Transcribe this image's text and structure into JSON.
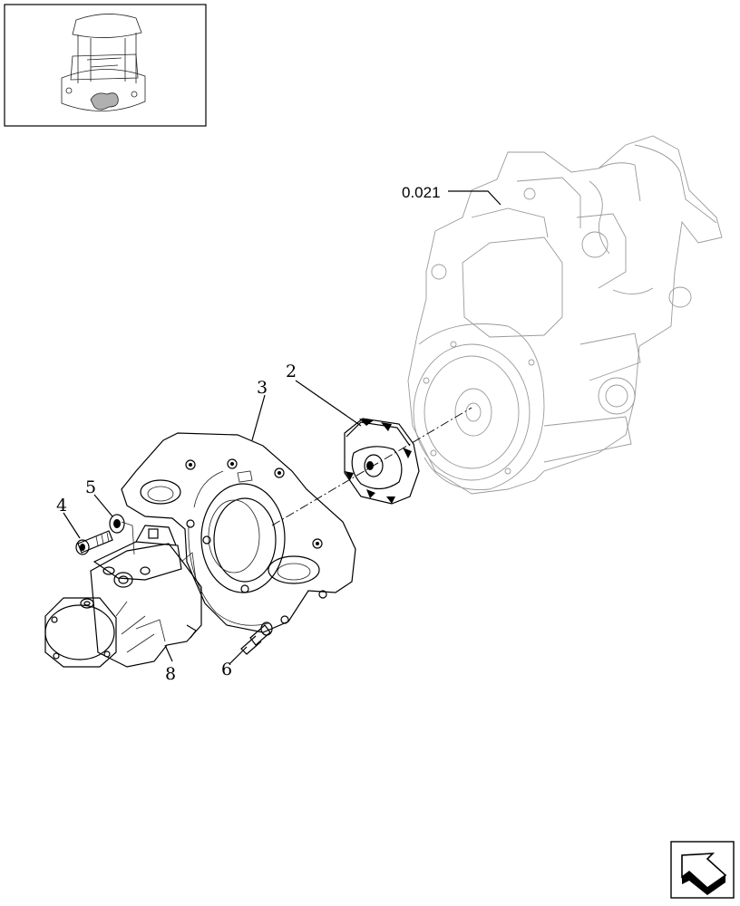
{
  "callouts": [
    {
      "id": "2",
      "text": "2"
    },
    {
      "id": "3",
      "text": "3"
    },
    {
      "id": "4",
      "text": "4"
    },
    {
      "id": "5",
      "text": "5"
    },
    {
      "id": "6",
      "text": "6"
    },
    {
      "id": "8",
      "text": "8"
    }
  ],
  "reference": {
    "text": "0.021"
  },
  "icons": {
    "thumbnail": "machine-overview-thumbnail-icon",
    "nav": "next-page-arrow-icon"
  },
  "colors": {
    "line": "#000000",
    "background_engine": "#9a9a9a",
    "highlight": "#b0b0b0"
  }
}
